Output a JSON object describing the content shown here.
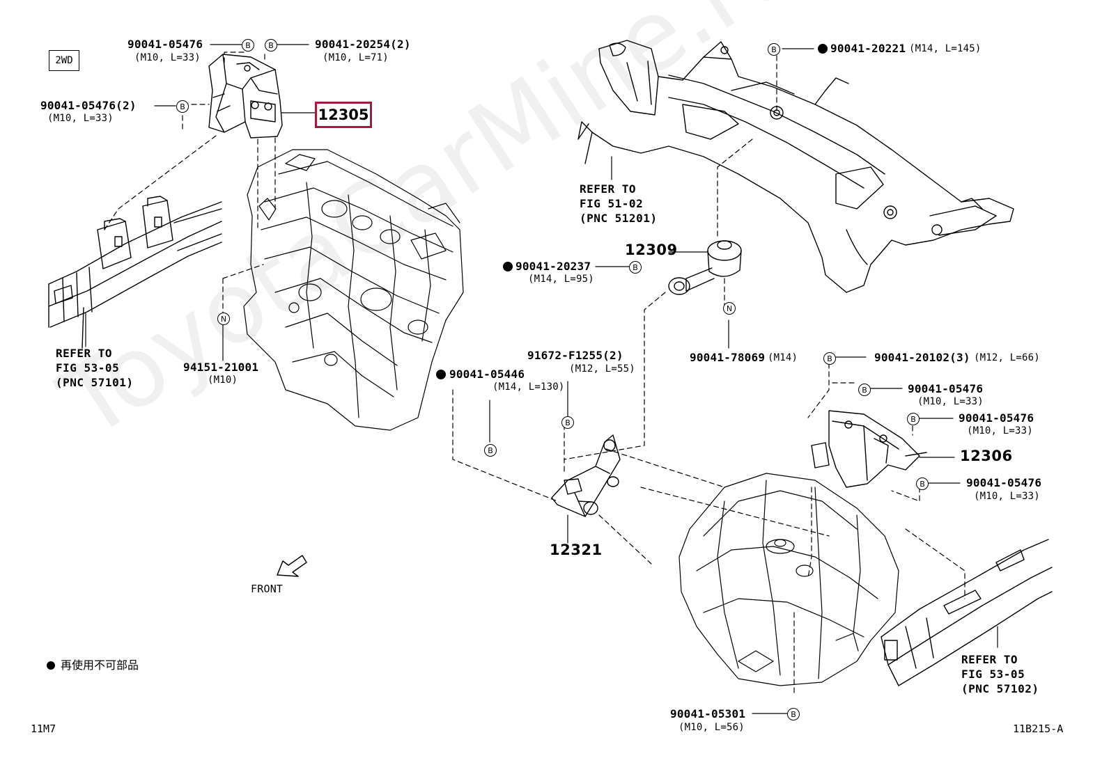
{
  "watermark": "ToyotaCarMine.ru",
  "badge_2wd": "2WD",
  "highlight_part": "12305",
  "callouts": {
    "c1_pn": "90041-05476",
    "c1_spec": "(M10, L=33)",
    "c2_pn": "90041-20254(2)",
    "c2_spec": "(M10, L=71)",
    "c3_pn": "90041-05476(2)",
    "c3_spec": "(M10, L=33)",
    "c4_pn": "90041-20221",
    "c4_spec": "(M14, L=145)",
    "c5_pn": "90041-20237",
    "c5_spec": "(M14, L=95)",
    "c6_pn": "94151-21001",
    "c6_spec": "(M10)",
    "c7_pn": "90041-78069",
    "c7_spec": "(M14)",
    "c8_pn": "90041-20102(3)",
    "c8_spec": "(M12, L=66)",
    "c9_pn": "91672-F1255(2)",
    "c9_spec": "(M12, L=55)",
    "c10_pn": "90041-05446",
    "c10_spec": "(M14, L=130)",
    "c11_pn": "90041-05476",
    "c11_spec": "(M10, L=33)",
    "c12_pn": "90041-05476",
    "c12_spec": "(M10, L=33)",
    "c13_pn": "90041-05476",
    "c13_spec": "(M10, L=33)",
    "c14_pn": "90041-05301",
    "c14_spec": "(M10, L=56)"
  },
  "parts": {
    "p12309": "12309",
    "p12306": "12306",
    "p12321": "12321"
  },
  "refs": {
    "r1_line1": "REFER TO",
    "r1_line2": "FIG 51-02",
    "r1_line3": "(PNC 51201)",
    "r2_line1": "REFER TO",
    "r2_line2": "FIG 53-05",
    "r2_line3": "(PNC 57101)",
    "r3_line1": "REFER TO",
    "r3_line2": "FIG 53-05",
    "r3_line3": "(PNC 57102)"
  },
  "front_label": "FRONT",
  "legend_text": "再使用不可部品",
  "marker_b": "B",
  "marker_n": "N",
  "corner_left": "11M7",
  "corner_right": "11B215-A"
}
